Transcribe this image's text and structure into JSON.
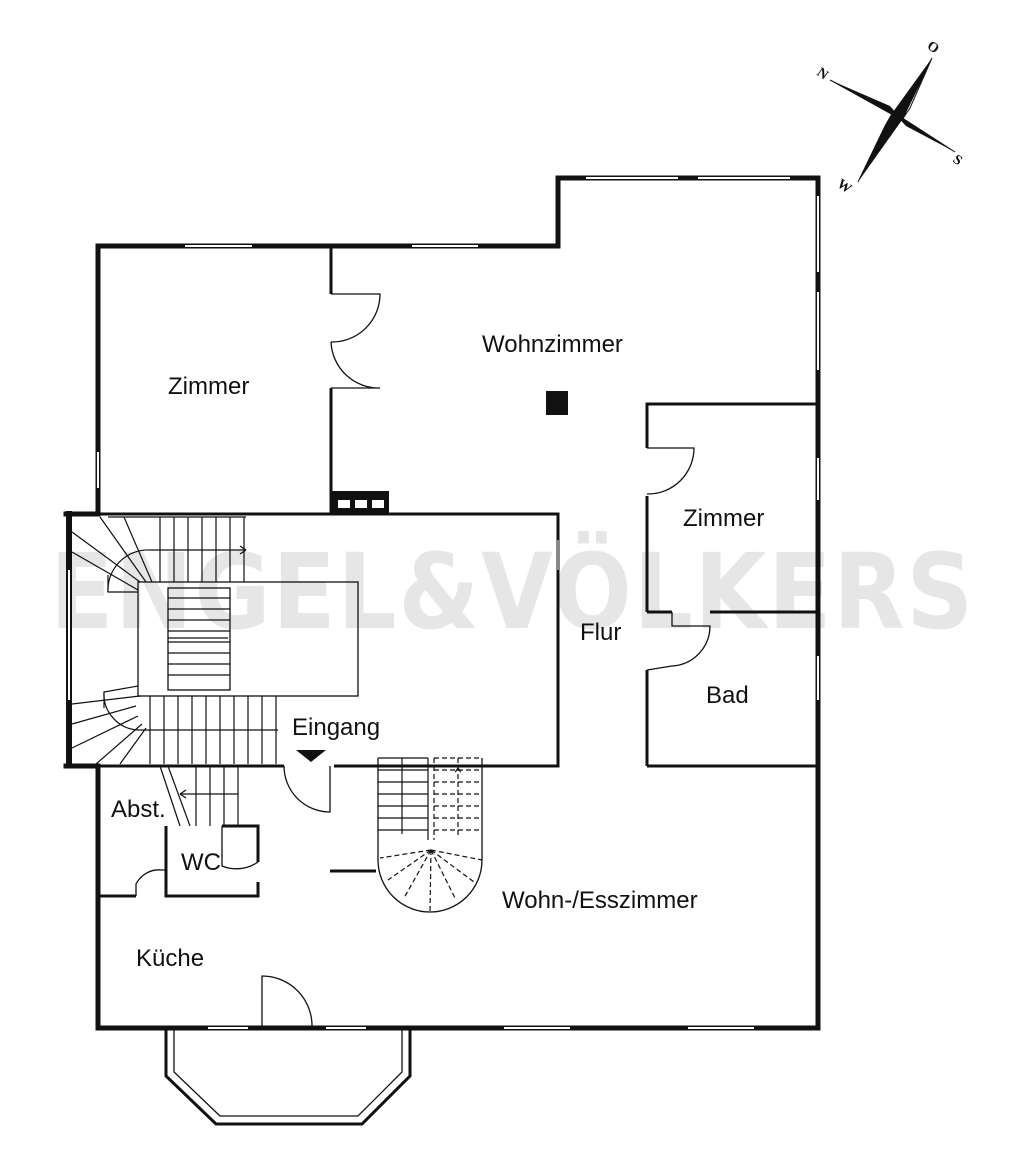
{
  "watermark": "ENGEL&VÖLKERS",
  "compass": {
    "n": "N",
    "o": "O",
    "s": "S",
    "w": "W"
  },
  "rooms": {
    "zimmer_left": "Zimmer",
    "wohnzimmer": "Wohnzimmer",
    "zimmer_right": "Zimmer",
    "flur": "Flur",
    "bad": "Bad",
    "eingang": "Eingang",
    "abst": "Abst.",
    "wc": "WC",
    "kueche": "Küche",
    "wohn_esszimmer": "Wohn-/Esszimmer"
  }
}
